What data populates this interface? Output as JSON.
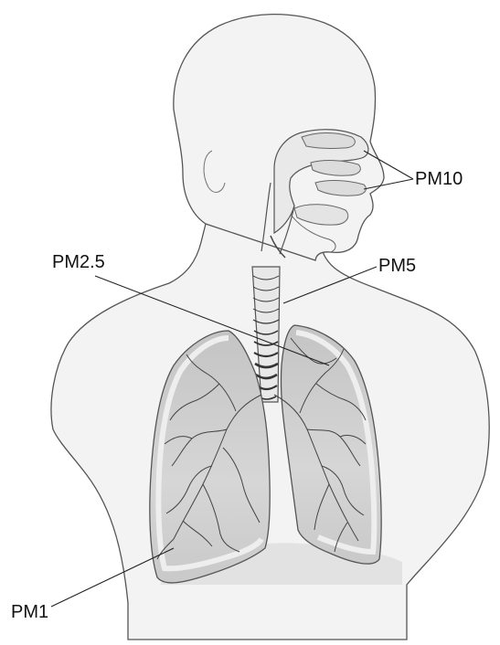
{
  "labels": {
    "pm10": "PM10",
    "pm2_5": "PM2.5",
    "pm5": "PM5",
    "pm1": "PM1"
  },
  "colors": {
    "body_fill": "#f3f3f3",
    "outline": "#555555",
    "lung_fill": "#cfcfcf",
    "lung_rim": "#e6e6e6",
    "diaphragm": "#e2e2e2",
    "leader_line": "#222222"
  }
}
